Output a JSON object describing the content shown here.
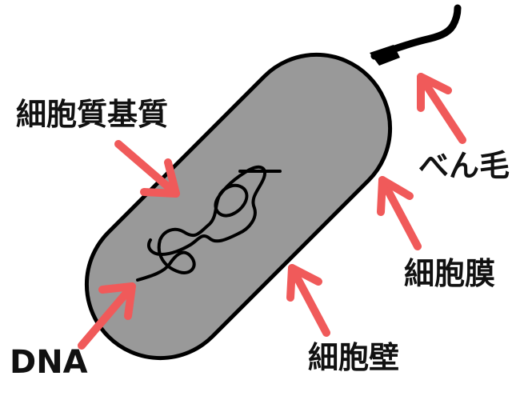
{
  "labels": {
    "cytoplasm": "細胞質基質",
    "flagellum": "べん毛",
    "membrane": "細胞膜",
    "cell_wall": "細胞壁",
    "dna": "DNA"
  },
  "colors": {
    "cell_fill": "#999999",
    "outline": "#000000",
    "arrow": "#f05a5a",
    "text": "#111111",
    "background": "#ffffff"
  }
}
